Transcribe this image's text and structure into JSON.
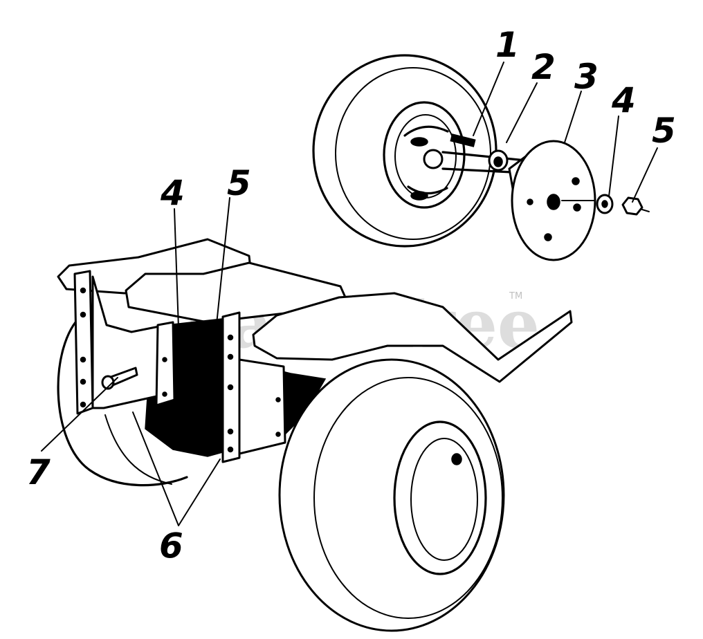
{
  "watermark": {
    "text": "PartsTree",
    "trademark": "TM"
  },
  "callouts": {
    "wheel_1": "1",
    "wheel_2": "2",
    "wheel_3": "3",
    "wheel_4": "4",
    "wheel_5": "5",
    "frame_4": "4",
    "frame_5": "5",
    "frame_6": "6",
    "frame_7": "7"
  }
}
